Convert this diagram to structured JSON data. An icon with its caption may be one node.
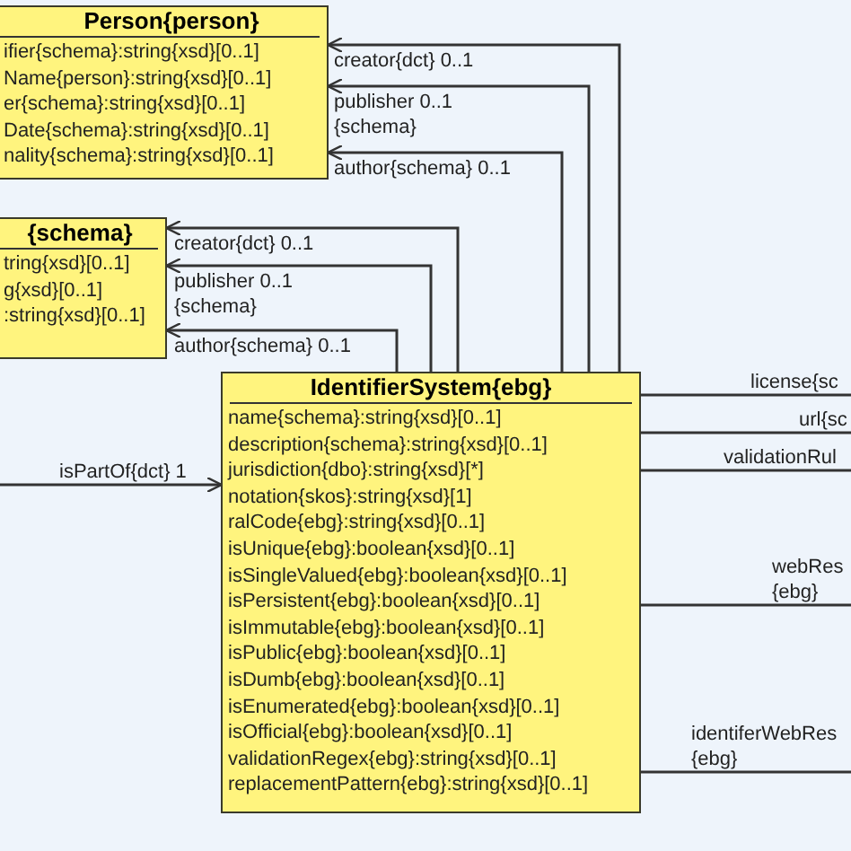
{
  "diagram": {
    "nodes": [
      {
        "text": [
          "Person{person}",
          "ifier{schema}:string{xsd}[0..1]",
          "Name{person}:string{xsd}[0..1]",
          "er{schema}:string{xsd}[0..1]",
          "Date{schema}:string{xsd}[0..1]",
          "nality{schema}:string{xsd}[0..1]"
        ]
      },
      {
        "text": [
          "{schema}",
          "tring{xsd}[0..1]",
          "g{xsd}[0..1]",
          ":string{xsd}[0..1]"
        ]
      },
      {
        "text": [
          "IdentifierSystem{ebg}",
          "name{schema}:string{xsd}[0..1]",
          "description{schema}:string{xsd}[0..1]",
          "jurisdiction{dbo}:string{xsd}[*]",
          "notation{skos}:string{xsd}[1]",
          "ralCode{ebg}:string{xsd}[0..1]",
          "isUnique{ebg}:boolean{xsd}[0..1]",
          "isSingleValued{ebg}:boolean{xsd}[0..1]",
          "isPersistent{ebg}:boolean{xsd}[0..1]",
          "isImmutable{ebg}:boolean{xsd}[0..1]",
          "isPublic{ebg}:boolean{xsd}[0..1]",
          "isDumb{ebg}:boolean{xsd}[0..1]",
          "isEnumerated{ebg}:boolean{xsd}[0..1]",
          "isOfficial{ebg}:boolean{xsd}[0..1]",
          "validationRegex{ebg}:string{xsd}[0..1]",
          "replacementPattern{ebg}:string{xsd}[0..1]"
        ]
      }
    ],
    "edges": [
      {
        "from": 2,
        "to": 0,
        "arrow": "to",
        "label": "creator{dct} 0..1"
      },
      {
        "from": 2,
        "to": 0,
        "arrow": "to",
        "label": "publisher 0..1 {schema}"
      },
      {
        "from": 2,
        "to": 0,
        "arrow": "to",
        "label": "author{schema} 0..1"
      },
      {
        "from": 2,
        "to": 1,
        "arrow": "to",
        "label": "creator{dct} 0..1"
      },
      {
        "from": 2,
        "to": 1,
        "arrow": "to",
        "label": "publisher 0..1 {schema}"
      },
      {
        "from": 2,
        "to": 1,
        "arrow": "to",
        "label": "author{schema} 0..1"
      },
      {
        "from": null,
        "to": 2,
        "arrow": "to",
        "label": "isPartOf{dct} 1"
      },
      {
        "from": 2,
        "to": null,
        "arrow": "none",
        "label": "license{sc"
      },
      {
        "from": 2,
        "to": null,
        "arrow": "none",
        "label": "url{sc"
      },
      {
        "from": 2,
        "to": null,
        "arrow": "none",
        "label": "validationRul"
      },
      {
        "from": 2,
        "to": null,
        "arrow": "none",
        "label": "webRes {ebg}"
      },
      {
        "from": 2,
        "to": null,
        "arrow": "none",
        "label": "identiferWebRes {ebg}"
      }
    ]
  }
}
